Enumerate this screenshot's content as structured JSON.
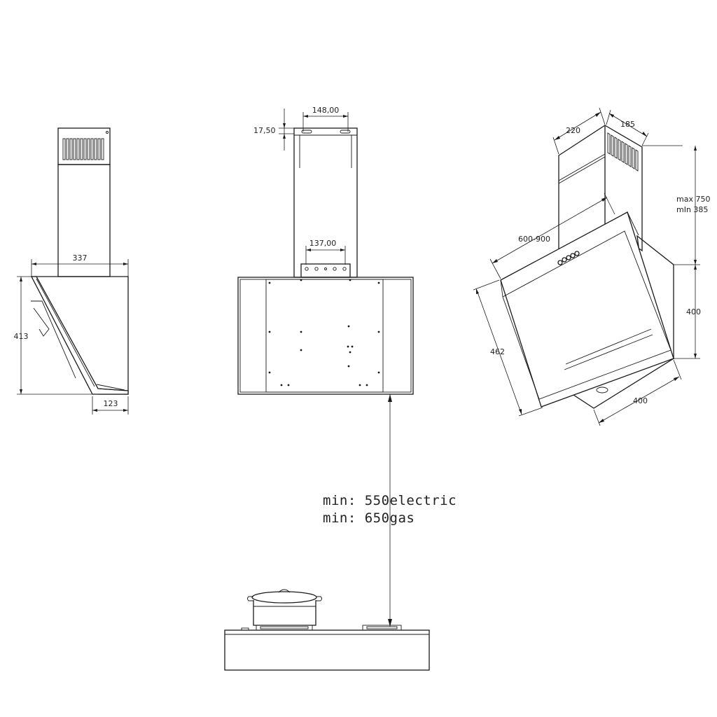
{
  "side_view": {
    "width": "337",
    "height": "413",
    "depth": "123"
  },
  "front_view": {
    "top_width": "148,00",
    "top_offset": "17,50",
    "bracket_width": "137,00"
  },
  "iso_view": {
    "chimney_depth": "220",
    "chimney_width": "185",
    "chimney_max": "max  750",
    "chimney_min": "mIn  385",
    "range": "600-900",
    "body_height": "400",
    "glass_length": "462",
    "bottom_width": "400"
  },
  "clearance": {
    "electric": "min: 550electric",
    "gas": "min: 650gas"
  }
}
